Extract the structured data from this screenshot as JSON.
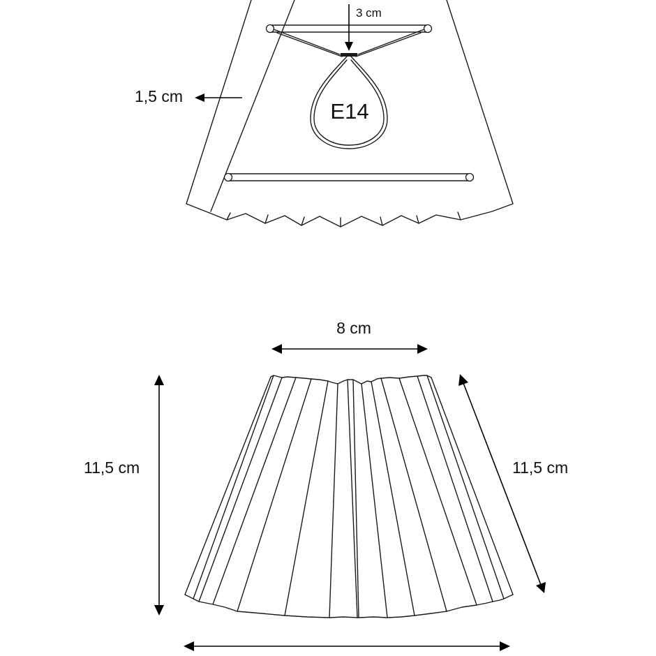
{
  "diagram": {
    "socket_label": "E14",
    "rod_drop_label": "3 cm",
    "seam_label": "1,5 cm",
    "top_width_label": "8 cm",
    "height_label": "11,5 cm",
    "slant_label": "11,5 cm"
  },
  "colors": {
    "line": "#1a1a1a",
    "background": "#ffffff"
  }
}
